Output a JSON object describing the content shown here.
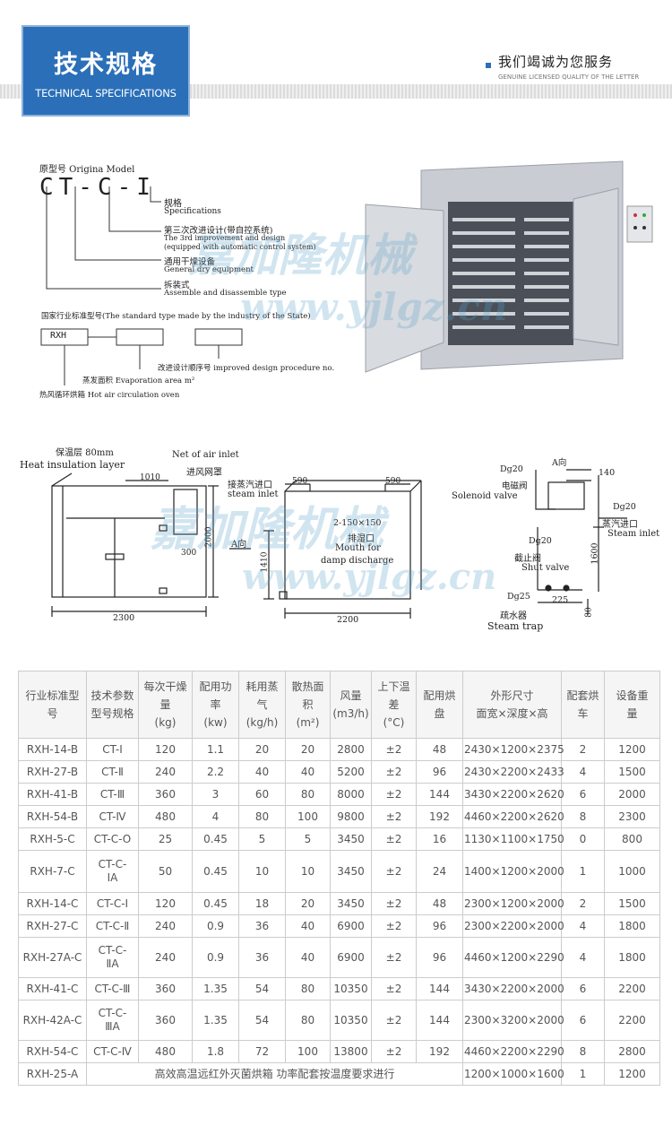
{
  "header": {
    "title_zh": "技术规格",
    "title_en": "TECHNICAL SPECIFICATIONS",
    "slogan_zh": "我们竭诚为您服务",
    "slogan_en": "GENUINE LICENSED QUALITY OF THE LETTER",
    "accent_color": "#2a6fb8"
  },
  "model_diagram": {
    "original_model": "原型号 Origina Model",
    "code": "CT-C-I",
    "spec_label_zh": "规格",
    "spec_label_en": "Specifications",
    "improve_zh": "第三次改进设计(带自控系统)",
    "improve_en1": "The 3rd improvement and design",
    "improve_en2": "(equipped with automatic control system)",
    "general_zh": "通用干燥设备",
    "general_en": "General dry equipment",
    "assemble_zh": "拆装式",
    "assemble_en": "Assemble and disassemble type",
    "standard_type": "国家行业标准型号(The standard type made by the industry of the State)",
    "rxh_box": "RXH",
    "improved_procedure": "改进设计顺序号 improved design procedure no.",
    "evaporation_area": "蒸发面积 Evaporation area m²",
    "oven": "热风循环烘箱 Hot air circulation oven"
  },
  "watermarks": {
    "brand_zh": "嘉加隆机械",
    "url": "www.yjlgz.cn"
  },
  "drawing": {
    "insulation_zh": "保温层 80mm",
    "insulation_en": "Heat insulation layer",
    "net_air_en": "Net of air inlet",
    "net_air_zh": "进风网罩",
    "steam_inlet_zh": "接蒸汽进口",
    "steam_inlet_en": "steam inlet",
    "dim_1010": "1010",
    "dim_590a": "590",
    "dim_590b": "590",
    "dim_2000": "2000",
    "dim_300": "300",
    "dim_1410": "1410",
    "dim_2300": "2300",
    "dim_2200": "2200",
    "a_dir": "A向",
    "discharge_size": "2-150×150",
    "discharge_zh": "排湿口",
    "discharge_en1": "Mouth for",
    "discharge_en2": "damp discharge",
    "a_dir_right": "A向",
    "dim_140": "140",
    "dg20_top": "Dg20",
    "solenoid_zh": "电磁阀",
    "solenoid_en": "Solenoid valve",
    "dg20_right": "Dg20",
    "steam_in_zh": "蒸汽进口",
    "steam_in_en": "Steam inlet",
    "dg20_mid": "Dg20",
    "shut_zh": "截止阀",
    "shut_en": "Shut valve",
    "dim_1600": "1600",
    "dg25": "Dg25",
    "dim_225": "225",
    "dim_80": "80",
    "trap_zh": "疏水器",
    "trap_en": "Steam trap"
  },
  "table": {
    "headers": [
      [
        "行业标准型",
        "号"
      ],
      [
        "技术参数",
        "型号规格"
      ],
      [
        "每次干燥",
        "量",
        "(kg)"
      ],
      [
        "配用功",
        "率",
        "(kw)"
      ],
      [
        "耗用蒸",
        "气",
        "(kg/h)"
      ],
      [
        "散热面",
        "积",
        "(m²)"
      ],
      [
        "风量",
        "(m3/h)"
      ],
      [
        "上下温",
        "差",
        "(°C)"
      ],
      [
        "配用烘",
        "盘"
      ],
      [
        "外形尺寸",
        "面宽×深度×高"
      ],
      [
        "配套烘",
        "车"
      ],
      [
        "设备重",
        "量"
      ]
    ],
    "rows": [
      [
        "RXH-14-B",
        "CT-Ⅰ",
        "120",
        "1.1",
        "20",
        "20",
        "2800",
        "±2",
        "48",
        "2430×1200×2375",
        "2",
        "1200"
      ],
      [
        "RXH-27-B",
        "CT-Ⅱ",
        "240",
        "2.2",
        "40",
        "40",
        "5200",
        "±2",
        "96",
        "2430×2200×2433",
        "4",
        "1500"
      ],
      [
        "RXH-41-B",
        "CT-Ⅲ",
        "360",
        "3",
        "60",
        "80",
        "8000",
        "±2",
        "144",
        "3430×2200×2620",
        "6",
        "2000"
      ],
      [
        "RXH-54-B",
        "CT-Ⅳ",
        "480",
        "4",
        "80",
        "100",
        "9800",
        "±2",
        "192",
        "4460×2200×2620",
        "8",
        "2300"
      ],
      [
        "RXH-5-C",
        "CT-C-O",
        "25",
        "0.45",
        "5",
        "5",
        "3450",
        "±2",
        "16",
        "1130×1100×1750",
        "0",
        "800"
      ],
      [
        "RXH-7-C",
        "CT-C-\nⅠA",
        "50",
        "0.45",
        "10",
        "10",
        "3450",
        "±2",
        "24",
        "1400×1200×2000",
        "1",
        "1000"
      ],
      [
        "RXH-14-C",
        "CT-C-Ⅰ",
        "120",
        "0.45",
        "18",
        "20",
        "3450",
        "±2",
        "48",
        "2300×1200×2000",
        "2",
        "1500"
      ],
      [
        "RXH-27-C",
        "CT-C-Ⅱ",
        "240",
        "0.9",
        "36",
        "40",
        "6900",
        "±2",
        "96",
        "2300×2200×2000",
        "4",
        "1800"
      ],
      [
        "RXH-27A-C",
        "CT-C-\nⅡA",
        "240",
        "0.9",
        "36",
        "40",
        "6900",
        "±2",
        "96",
        "4460×1200×2290",
        "4",
        "1800"
      ],
      [
        "RXH-41-C",
        "CT-C-Ⅲ",
        "360",
        "1.35",
        "54",
        "80",
        "10350",
        "±2",
        "144",
        "3430×2200×2000",
        "6",
        "2200"
      ],
      [
        "RXH-42A-C",
        "CT-C-\nⅢA",
        "360",
        "1.35",
        "54",
        "80",
        "10350",
        "±2",
        "144",
        "2300×3200×2000",
        "6",
        "2200"
      ],
      [
        "RXH-54-C",
        "CT-C-Ⅳ",
        "480",
        "1.8",
        "72",
        "100",
        "13800",
        "±2",
        "192",
        "4460×2200×2290",
        "8",
        "2800"
      ]
    ],
    "last_row": {
      "model": "RXH-25-A",
      "note": "高效高温远红外灭菌烘箱 功率配套按温度要求进行",
      "dimension": "1200×1000×1600",
      "cart": "1",
      "weight": "1200"
    }
  }
}
